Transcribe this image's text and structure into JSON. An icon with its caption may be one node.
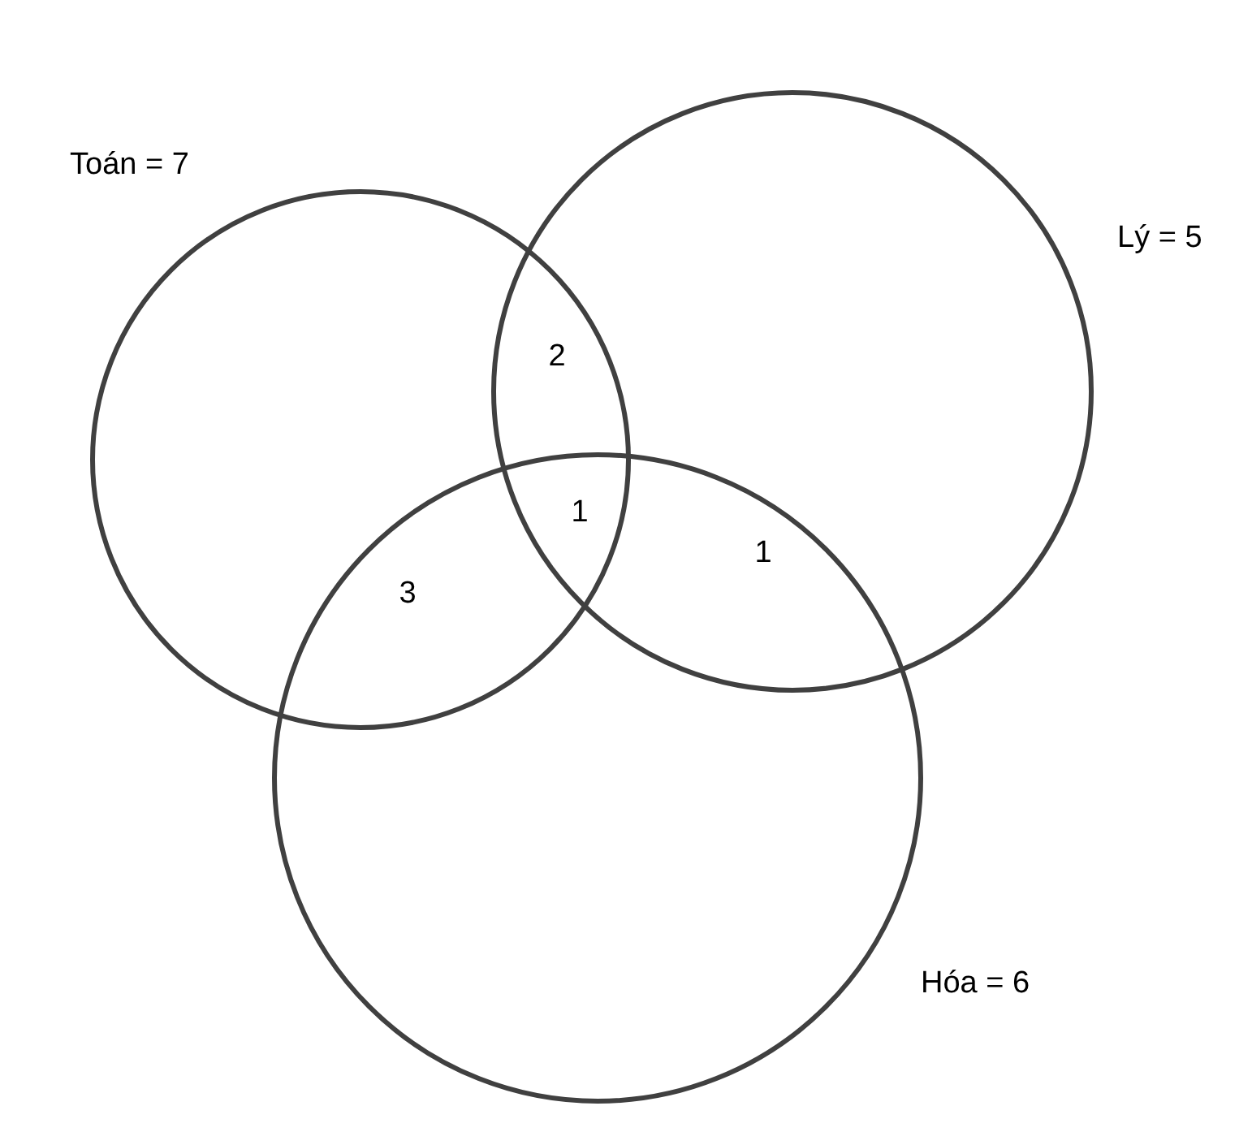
{
  "diagram": {
    "nodes": [
      {
        "text": [
          "Toán = 7"
        ]
      },
      {
        "text": [
          "Lý = 5"
        ]
      },
      {
        "text": [
          "Hóa = 6"
        ]
      }
    ],
    "labels": [
      "2",
      "1",
      "1",
      "3"
    ]
  }
}
